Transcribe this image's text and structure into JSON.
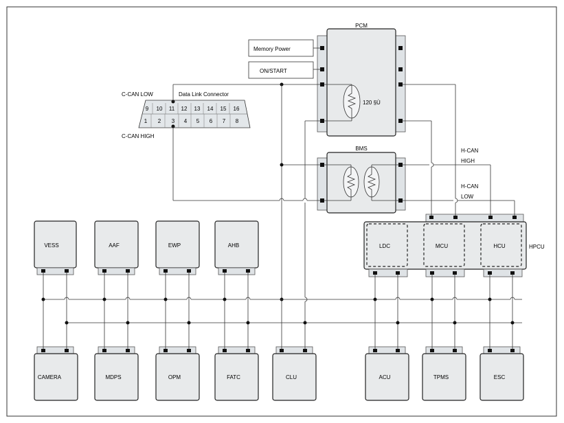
{
  "modules": {
    "pcm": "PCM",
    "bms": "BMS",
    "hpcu": "HPCU",
    "ldc": "LDC",
    "mcu": "MCU",
    "hcu": "HCU",
    "vess": "VESS",
    "aaf": "AAF",
    "ewp": "EWP",
    "ahb": "AHB",
    "camera": "CAMERA",
    "mdps": "MDPS",
    "opm": "OPM",
    "fatc": "FATC",
    "clu": "CLU",
    "acu": "ACU",
    "tpms": "TPMS",
    "esc": "ESC"
  },
  "inputs": {
    "memory_power": "Memory Power",
    "on_start": "ON/START"
  },
  "resistor_label": "120 §Ù",
  "dlc": {
    "title": "Data Link Connector",
    "low_label": "C-CAN LOW",
    "high_label": "C-CAN HIGH",
    "top_pins": [
      "9",
      "10",
      "11",
      "12",
      "13",
      "14",
      "15",
      "16"
    ],
    "bottom_pins": [
      "1",
      "2",
      "3",
      "4",
      "5",
      "6",
      "7",
      "8"
    ]
  },
  "hcan": {
    "high_label_1": "H-CAN",
    "high_label_2": "HIGH",
    "low_label_1": "H-CAN",
    "low_label_2": "LOW"
  }
}
